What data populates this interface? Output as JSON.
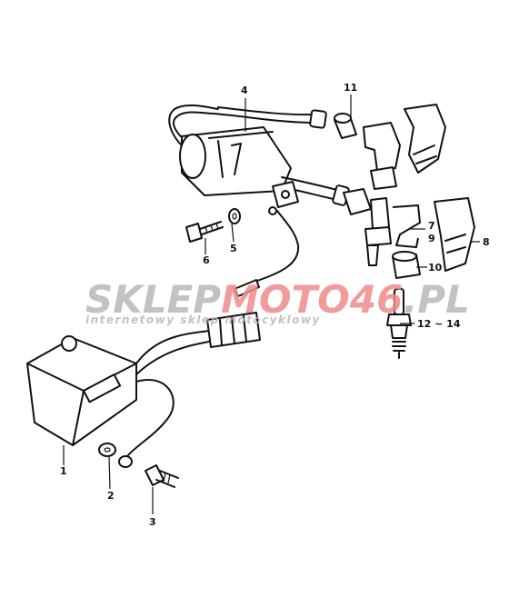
{
  "callouts": {
    "c1": "1",
    "c2": "2",
    "c3": "3",
    "c4": "4",
    "c5": "5",
    "c6": "6",
    "c7": "7",
    "c8": "8",
    "c9": "9",
    "c10": "10",
    "c11": "11",
    "c12": "12 ∼ 14"
  },
  "watermark": {
    "brand_part1": "SKLEP",
    "brand_part2": "MOTO",
    "brand_part3": "46",
    "brand_part4": ".PL",
    "tagline": "internetowy sklep motocyklowy",
    "color_gray": "#b8b8b8",
    "color_red": "#f08a8a"
  }
}
